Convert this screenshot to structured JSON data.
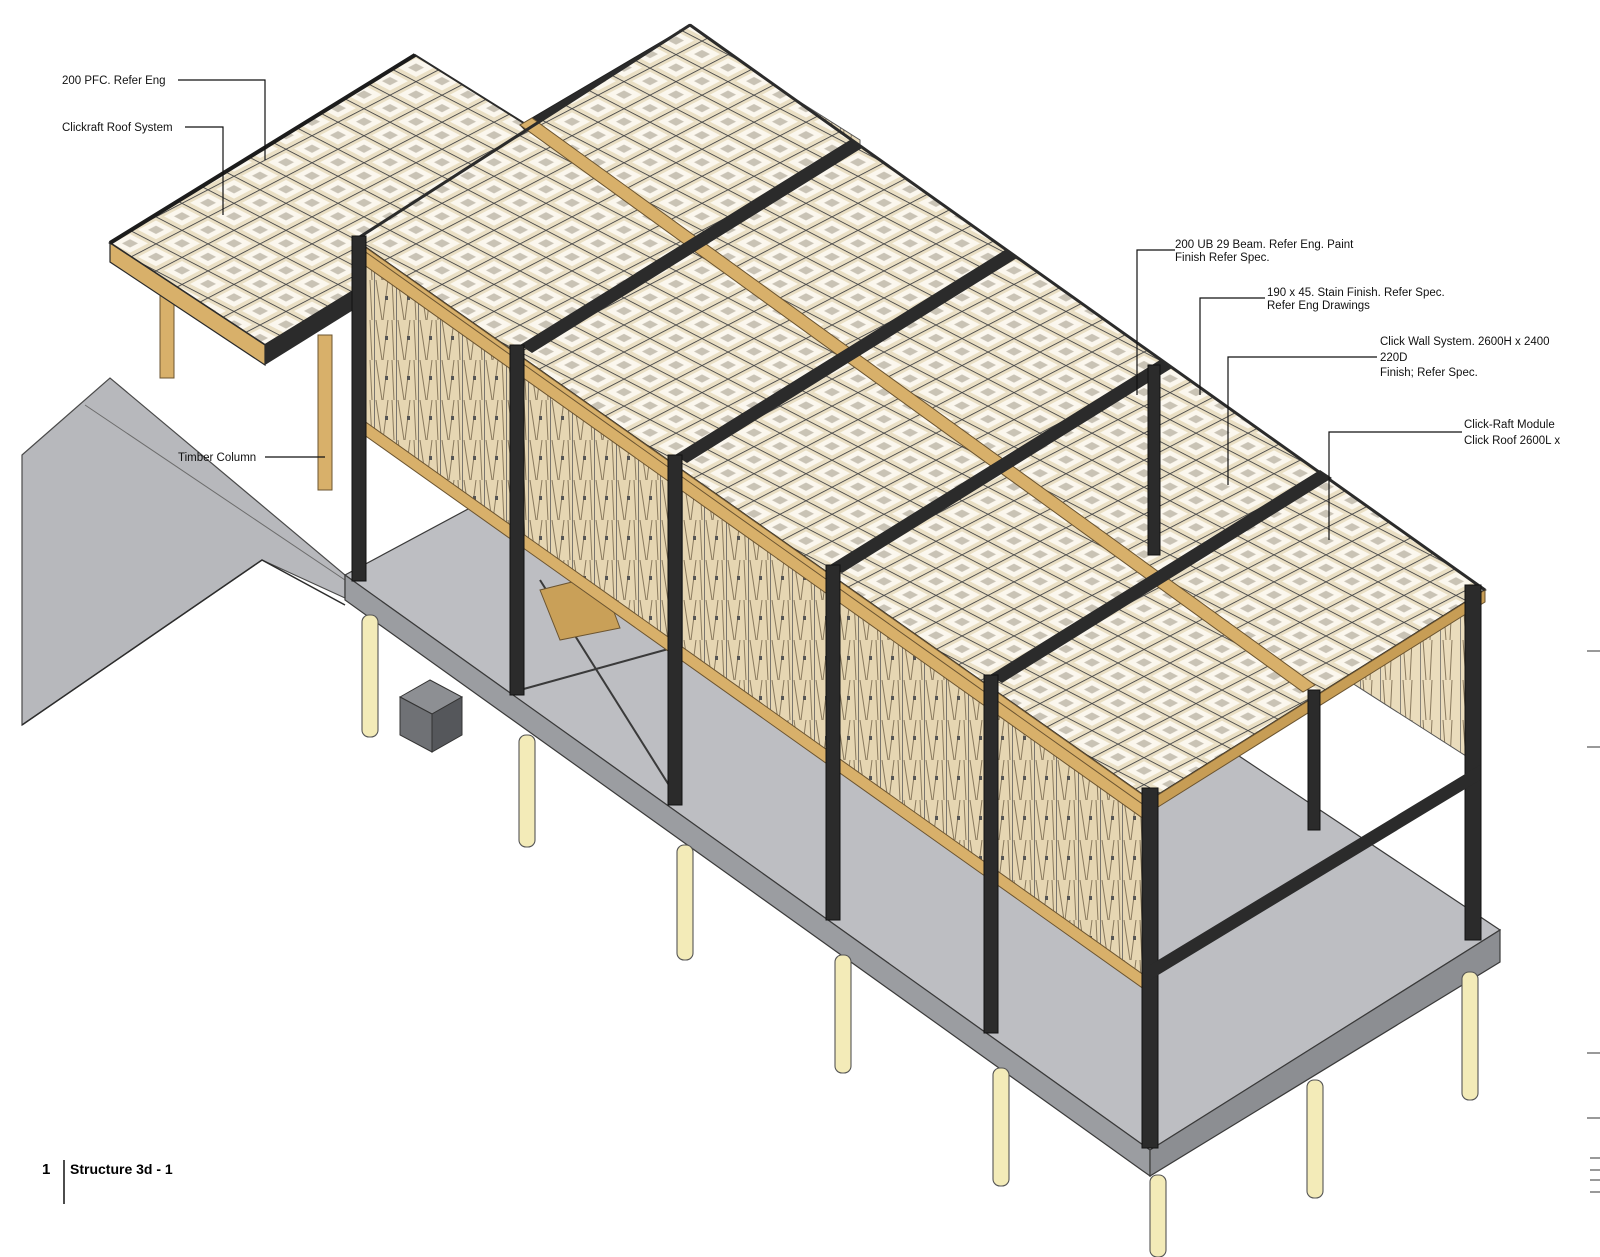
{
  "drawing": {
    "view_number": "1",
    "view_title": "Structure 3d - 1"
  },
  "annotations": {
    "pfc": "200 PFC. Refer Eng",
    "clickraft_roof": "Clickraft Roof System",
    "timber_column": "Timber Column",
    "ub_beam_line1": "200 UB 29 Beam. Refer Eng. Paint",
    "ub_beam_line2": "Finish Refer Spec.",
    "stain_line1": "190 x 45. Stain Finish. Refer Spec.",
    "stain_line2": "Refer Eng Drawings",
    "click_wall_line1": "Click Wall System. 2600H x 2400",
    "click_wall_line2": "220D",
    "click_wall_line3": "Finish; Refer Spec.",
    "click_raft_line1": "Click-Raft Module",
    "click_raft_line2": "Click Roof 2600L x"
  },
  "colors": {
    "steel": "#2b2b2b",
    "timber": "#d8b06a",
    "timber_light": "#efe2c4",
    "plywood": "#e9dcc0",
    "slab_top": "#bfc0c4",
    "slab_side": "#9a9ca0",
    "ground": "#b4b5b9",
    "pile": "#f3ebb8"
  }
}
